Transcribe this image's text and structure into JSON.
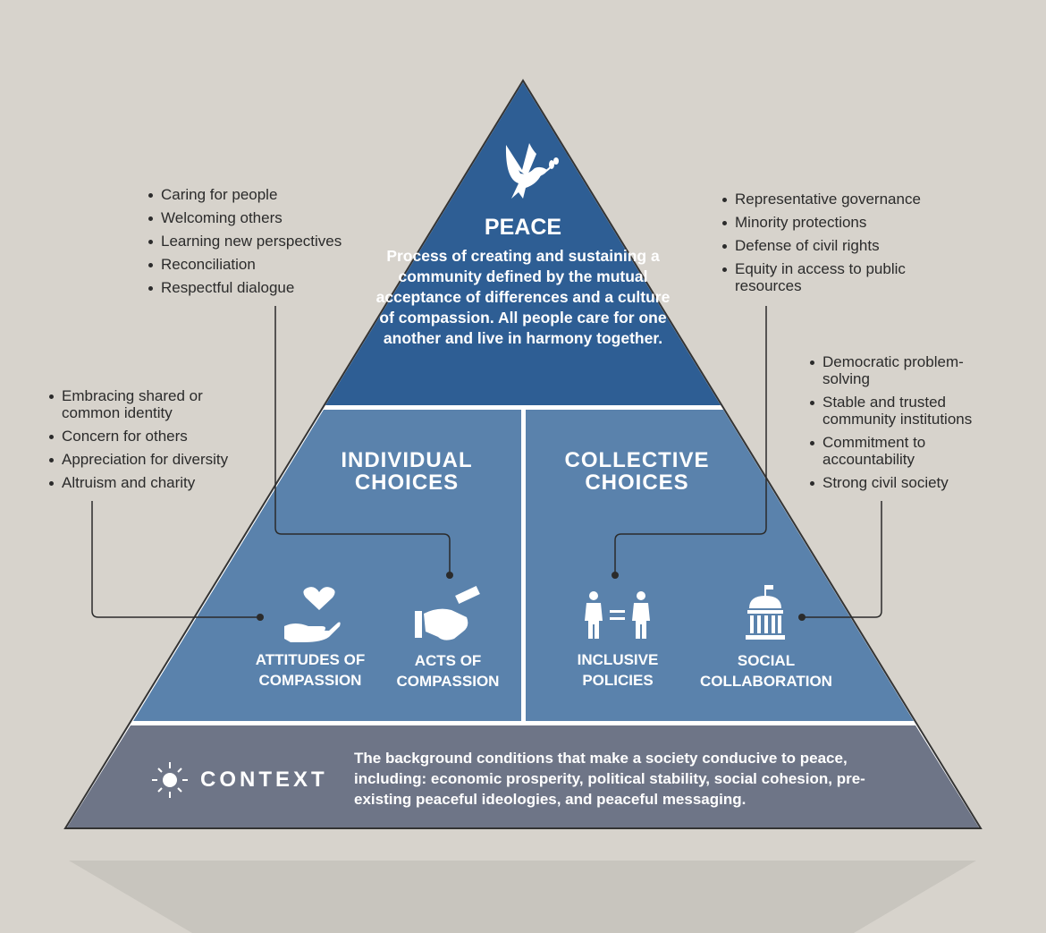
{
  "peace": {
    "title": "PEACE",
    "description": "Process of creating and sustaining a community defined by the mutual acceptance of differences and a culture of compassion. All people care for one another and live in harmony together.",
    "icon": "dove-icon"
  },
  "individual": {
    "title": "INDIVIDUAL CHOICES",
    "attitudes_label": "ATTITUDES OF COMPASSION",
    "acts_label": "ACTS OF COMPASSION"
  },
  "collective": {
    "title": "COLLECTIVE CHOICES",
    "policies_label": "INCLUSIVE POLICIES",
    "collab_label": "SOCIAL COLLABORATION"
  },
  "context": {
    "title": "CONTEXT",
    "description": "The background conditions that make a society conducive to peace, including: economic prosperity, political stability, social cohesion, pre-existing peaceful ideologies, and peaceful messaging."
  },
  "lists": {
    "acts": [
      "Caring for people",
      "Welcoming others",
      "Learning new perspectives",
      "Reconciliation",
      "Respectful dialogue"
    ],
    "attitudes": [
      "Embracing shared or common identity",
      "Concern for others",
      "Appreciation for diversity",
      "Altruism and charity"
    ],
    "policies": [
      "Representative governance",
      "Minority protections",
      "Defense of civil rights",
      "Equity in access to public resources"
    ],
    "collab": [
      "Democratic problem-solving",
      "Stable and trusted community institutions",
      "Commitment to accountability",
      "Strong civil society"
    ]
  },
  "colors": {
    "peace": "#2e5e94",
    "choices": "#5a82ac",
    "context": "#6e7587",
    "background": "#d7d3cc"
  }
}
